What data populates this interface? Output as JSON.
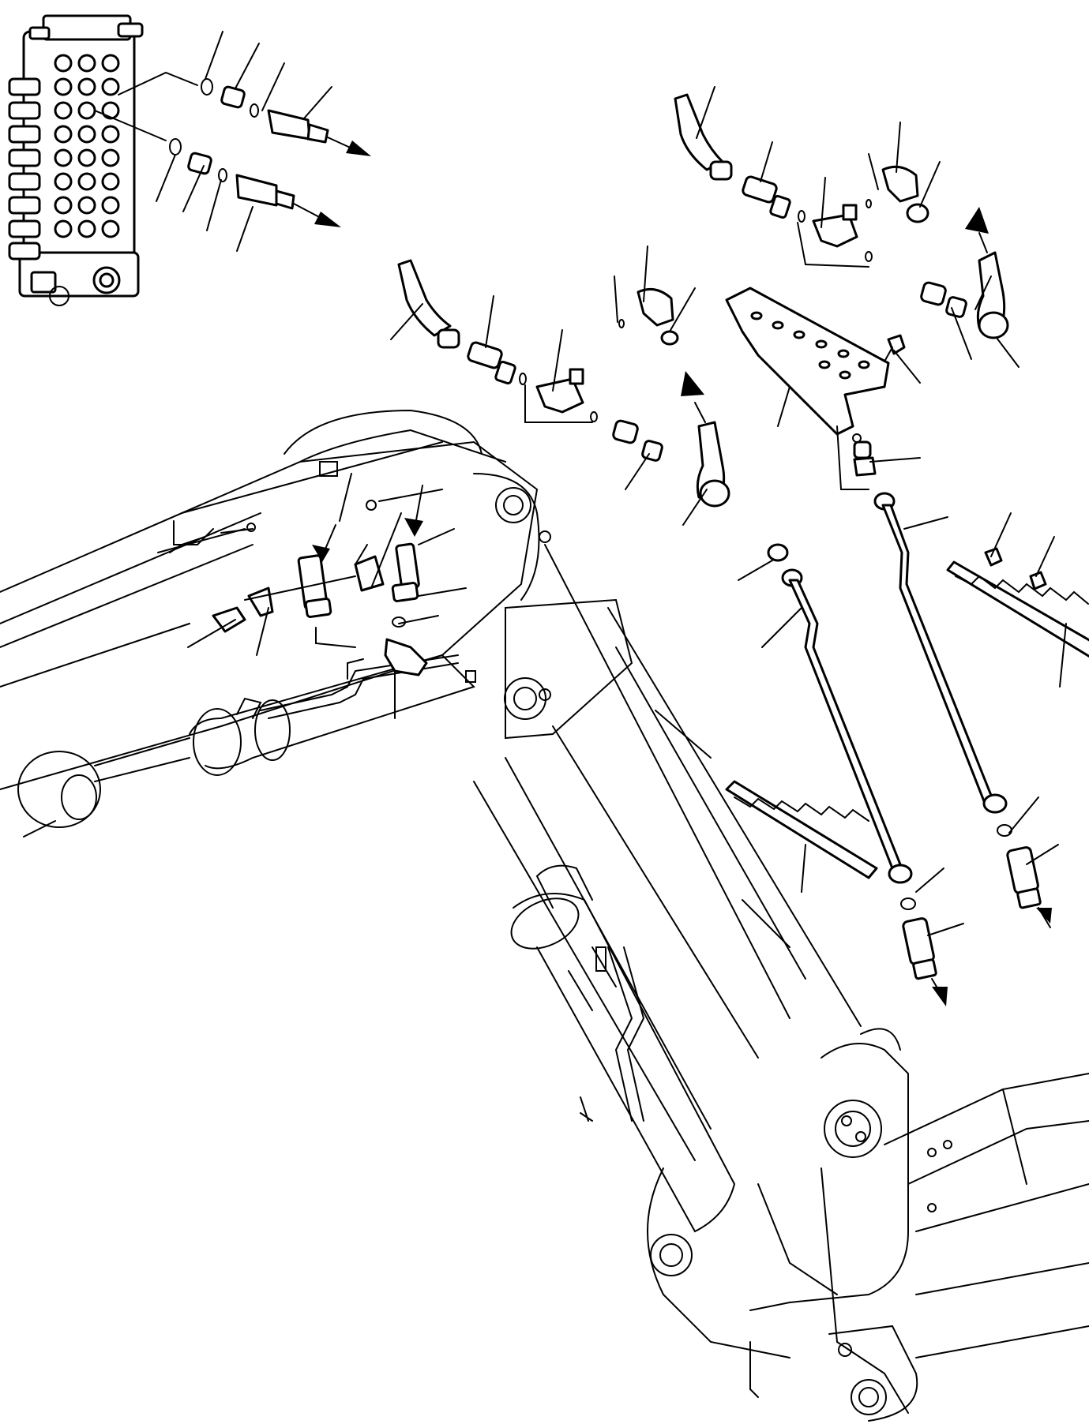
{
  "diagram": {
    "kind": "exploded-parts-view",
    "labels": [],
    "leader_count": 52,
    "flow_arrow_count": 10,
    "line_color": "#000000",
    "background_color": "#ffffff"
  }
}
